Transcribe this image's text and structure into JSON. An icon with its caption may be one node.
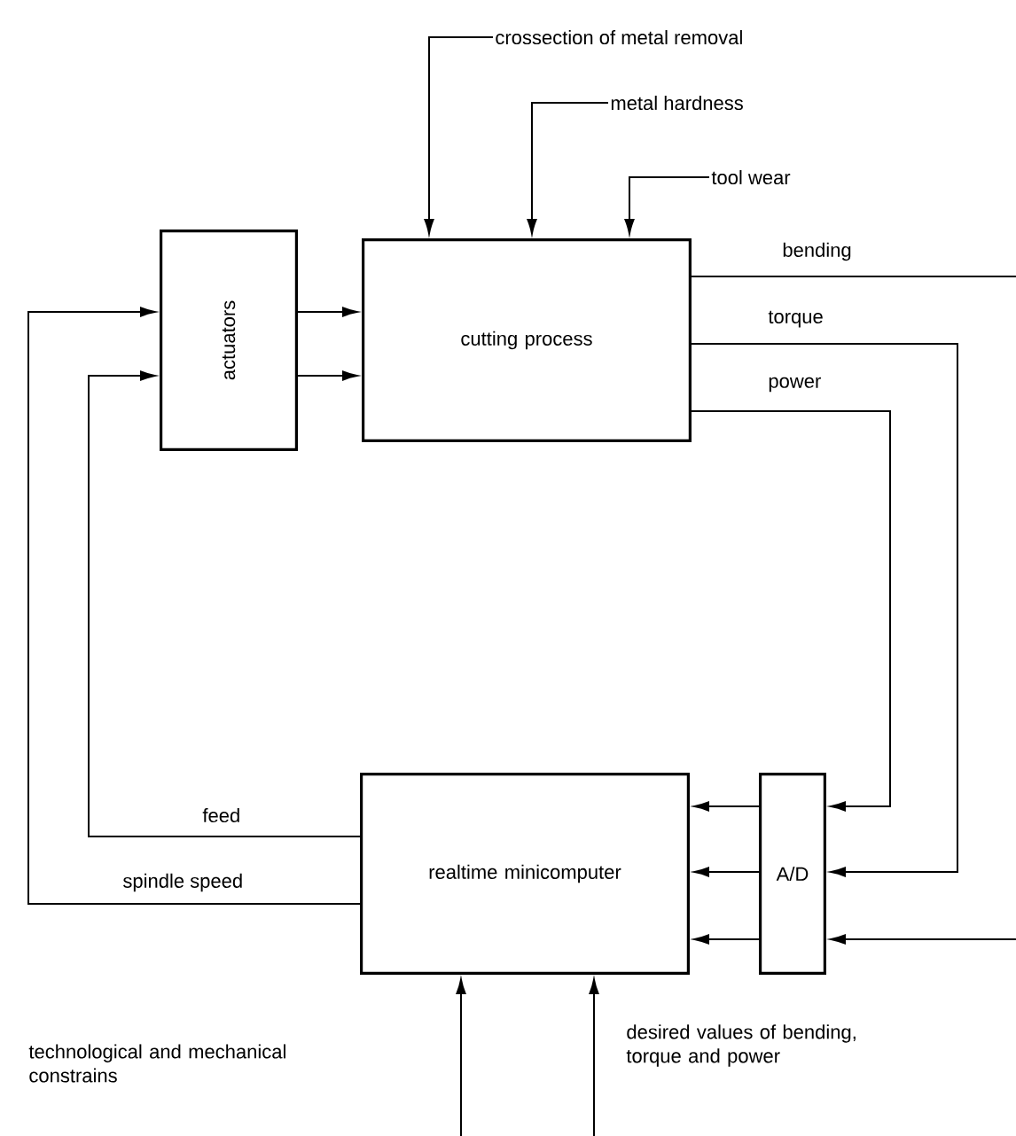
{
  "diagram": {
    "nodes": [
      {
        "text": [
          "actuators"
        ]
      },
      {
        "text": [
          "cutting process"
        ]
      },
      {
        "text": [
          "realtime minicomputer"
        ]
      },
      {
        "text": [
          "A/D"
        ]
      },
      {
        "text": [
          "crossection of metal removal"
        ]
      },
      {
        "text": [
          "metal hardness"
        ]
      },
      {
        "text": [
          "tool wear"
        ]
      }
    ],
    "edges": [
      {
        "from": 0,
        "to": 1,
        "arrow": "to"
      },
      {
        "from": 0,
        "to": 1,
        "arrow": "to"
      },
      {
        "from": 2,
        "to": 0,
        "arrow": "to",
        "label": "feed"
      },
      {
        "from": 2,
        "to": 0,
        "arrow": "to",
        "label": "spindle speed"
      },
      {
        "from": 1,
        "to": null,
        "arrow": "none",
        "label": "bending"
      },
      {
        "from": null,
        "to": 3,
        "arrow": "to"
      },
      {
        "from": 1,
        "to": 3,
        "arrow": "to",
        "label": "torque"
      },
      {
        "from": 1,
        "to": 3,
        "arrow": "to",
        "label": "power"
      },
      {
        "from": 3,
        "to": 2,
        "arrow": "to"
      },
      {
        "from": 3,
        "to": 2,
        "arrow": "to"
      },
      {
        "from": 3,
        "to": 2,
        "arrow": "to"
      },
      {
        "from": null,
        "to": 2,
        "arrow": "to"
      },
      {
        "from": null,
        "to": 2,
        "arrow": "to"
      },
      {
        "from": 4,
        "to": 1,
        "arrow": "to"
      },
      {
        "from": 5,
        "to": 1,
        "arrow": "to"
      },
      {
        "from": 6,
        "to": 1,
        "arrow": "to"
      }
    ],
    "labels": [
      "technological and mechanical constrains",
      "desired values of bending, torque and power"
    ]
  }
}
